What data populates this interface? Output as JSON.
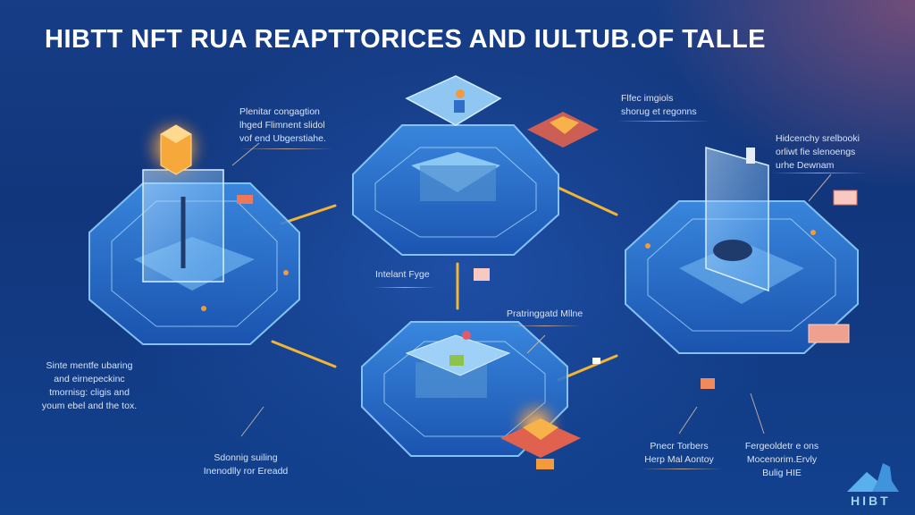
{
  "title": "HIBTT NFT RUA REAPTTORICES AND IULTUB.OF TALLE",
  "colors": {
    "background": "#163d86",
    "platform": "#2f7fd8",
    "glow": "#7cc4ff",
    "connector": "#f2b534",
    "accent_orange": "#f29a3c",
    "accent_coral": "#e46a55"
  },
  "nodes": [
    {
      "id": "left",
      "depicts": "glowing cube in glass display case",
      "label": "Plenitar congagtion\nlhged Flimnent slidol\nvof end  Ubgerstiahe."
    },
    {
      "id": "top",
      "depicts": "layered server stack with floating tablet",
      "label": "Flfec imgiols\nshorug et regonns"
    },
    {
      "id": "right",
      "depicts": "vertical glass panel on pedestal",
      "label": "Hidcenchy srelbooki\norliwt fie slenoengs\nurhe Dewnam"
    },
    {
      "id": "bottom",
      "depicts": "layered block with items on top",
      "label": "Pratringgatd Mllne"
    }
  ],
  "center_label": "Intelant Fyge",
  "bottom_left_label": "Sinte mentfe ubaring\nand eirnepeckinc\ntmornisg: cligis and\nyoum ebel and the tox.",
  "bottom_mid_label": "Sdonnig suiling\nInenodlly ror Ereadd",
  "bottom_right_label_1": "Pnecr Torbers\nHerp Mal Aontoy",
  "bottom_right_label_2": "Fergeoldetr e ons\nMocenorim.Ervly\nBulig HIE",
  "logo": {
    "text": "HIBT",
    "icon": "mountain-logo-icon"
  }
}
